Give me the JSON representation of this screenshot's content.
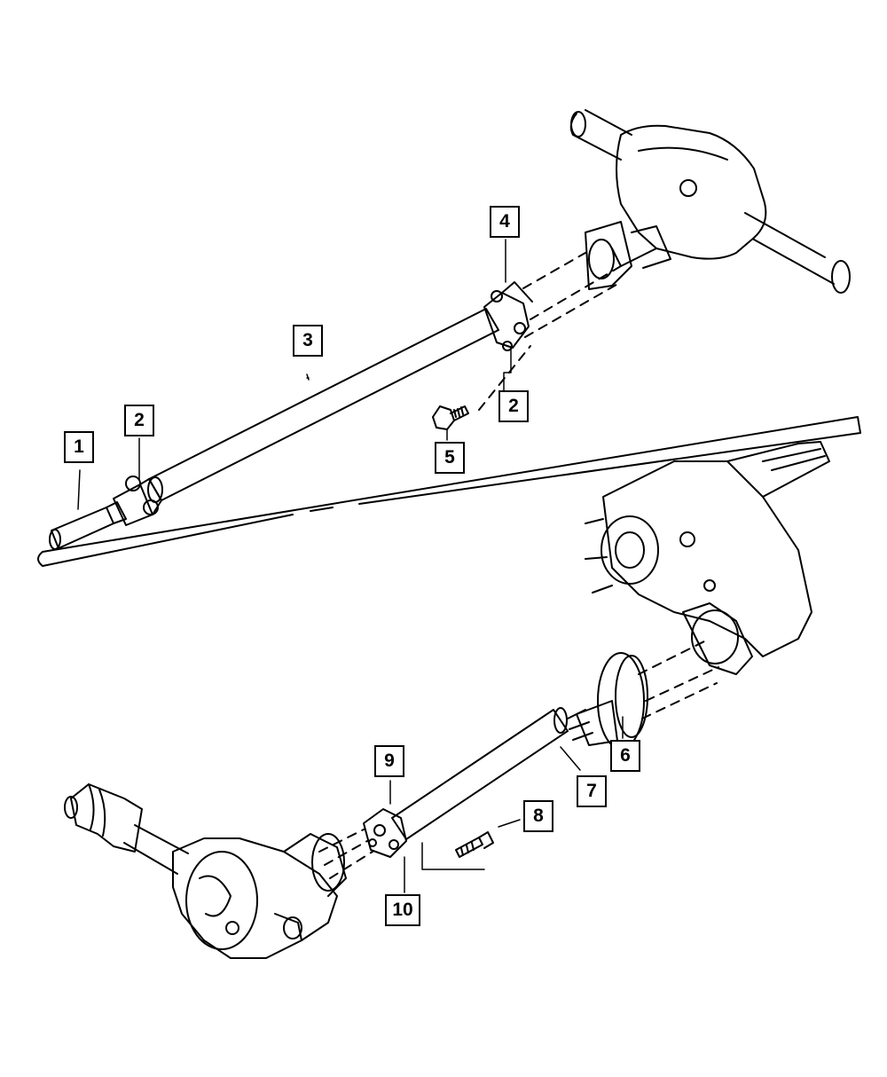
{
  "diagram": {
    "colors": {
      "line": "#000000",
      "background": "#ffffff"
    },
    "callouts": {
      "c1": "1",
      "c2a": "2",
      "c2b": "2",
      "c3": "3",
      "c4": "4",
      "c5": "5",
      "c6": "6",
      "c7": "7",
      "c8": "8",
      "c9": "9",
      "c10": "10"
    }
  }
}
